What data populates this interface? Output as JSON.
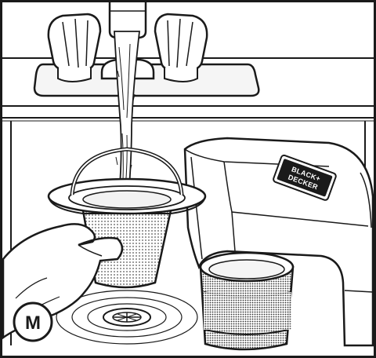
{
  "figure": {
    "step_label": "M",
    "brand_logo": {
      "line1": "BLACK+",
      "line2": "DECKER"
    }
  },
  "colors": {
    "ink": "#1a1a1a",
    "paper": "#ffffff",
    "sink_gray": "#f2f2f2",
    "mesh": "#555555"
  }
}
